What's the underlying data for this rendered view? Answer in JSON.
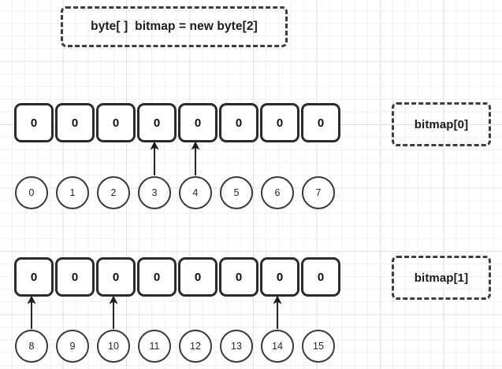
{
  "title_box": {
    "text": "byte[ ]  bitmap = new byte[2]"
  },
  "labels": {
    "bitmap0": "bitmap[0]",
    "bitmap1": "bitmap[1]"
  },
  "arrays": [
    {
      "name": "bitmap[0]",
      "cells": [
        "0",
        "0",
        "0",
        "0",
        "0",
        "0",
        "0",
        "0"
      ],
      "indices": [
        "0",
        "1",
        "2",
        "3",
        "4",
        "5",
        "6",
        "7"
      ],
      "arrows_from_index_positions": [
        3,
        4
      ]
    },
    {
      "name": "bitmap[1]",
      "cells": [
        "0",
        "0",
        "0",
        "0",
        "0",
        "0",
        "0",
        "0"
      ],
      "indices": [
        "8",
        "9",
        "10",
        "11",
        "12",
        "13",
        "14",
        "15"
      ],
      "arrows_from_index_positions": [
        0,
        2,
        6
      ]
    }
  ],
  "colors": {
    "cell_border": "#2b2b2b",
    "circle_border": "#3a3a3a",
    "dashed_border": "#3d3d3d",
    "arrow": "#1b1b1b",
    "grid_minor": "#f0f0f0",
    "grid_major": "#e2e2e2",
    "background": "#ffffff"
  }
}
